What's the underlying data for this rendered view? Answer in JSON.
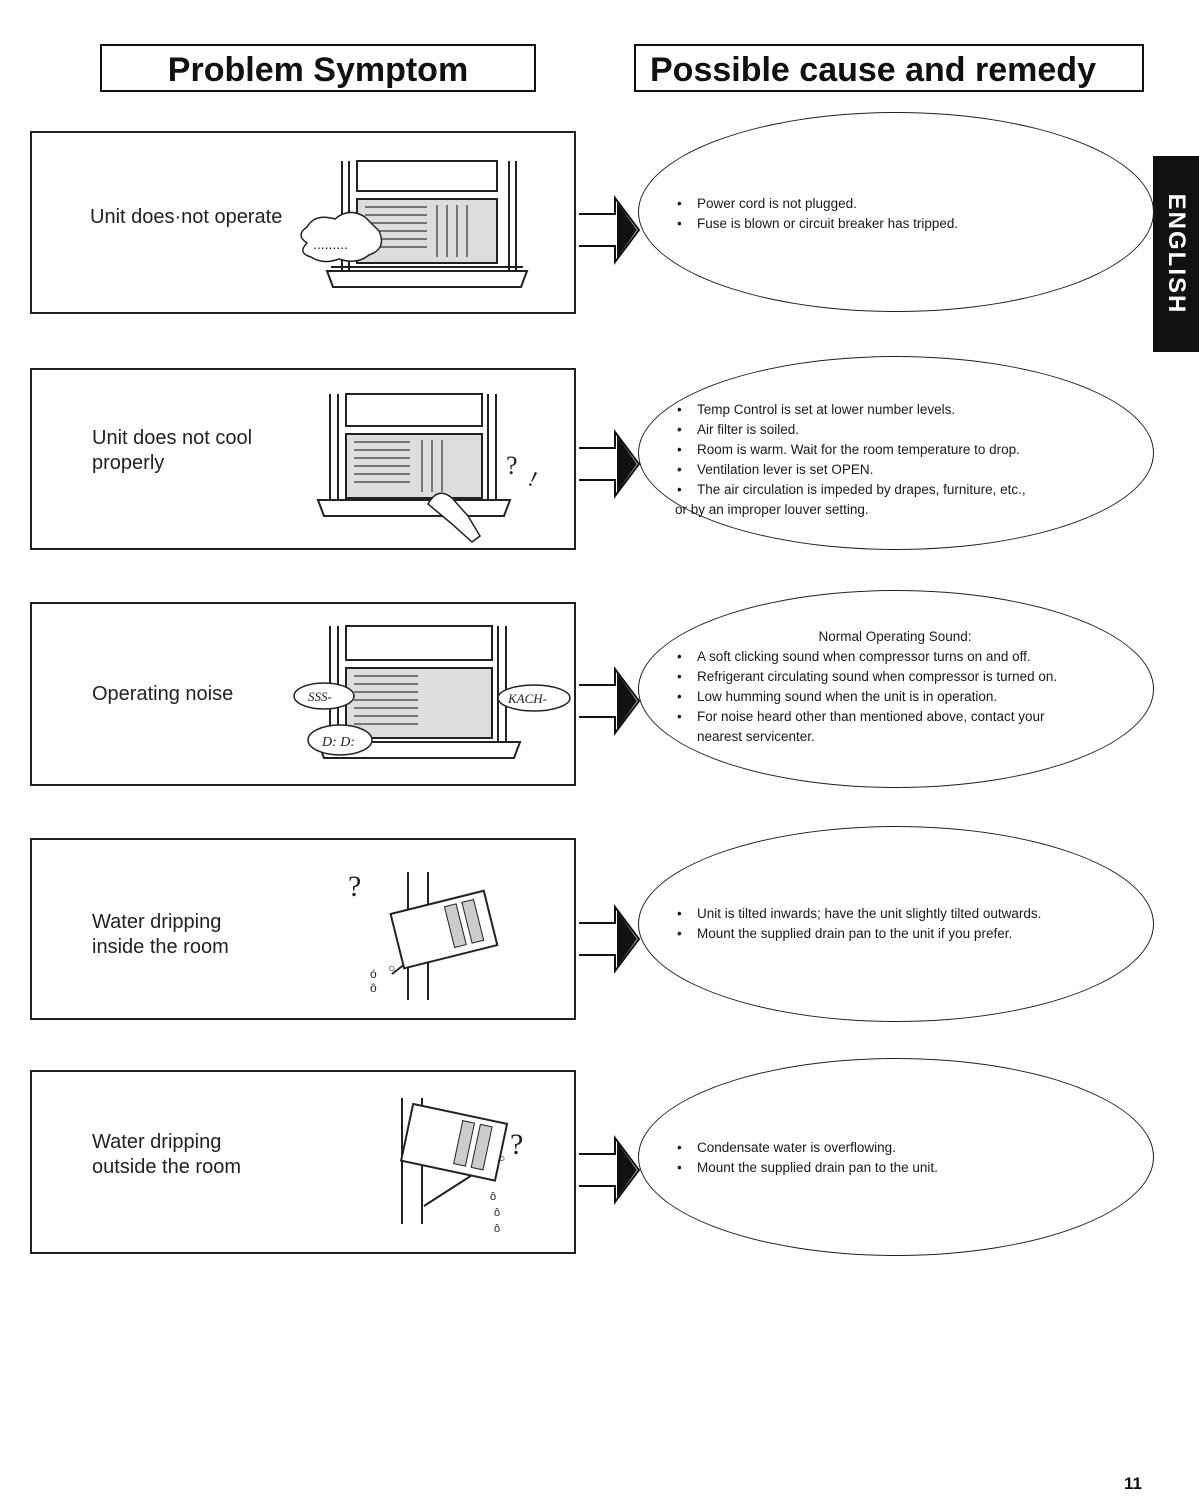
{
  "headers": {
    "problem_symptom": "Problem Symptom",
    "possible_cause": "Possible cause and remedy"
  },
  "side_tab": "ENGLISH",
  "page_number": "11",
  "rows": [
    {
      "symptom_lines": [
        "Unit does·not operate"
      ],
      "causes": [
        "Power cord is not plugged.",
        "Fuse is blown or circuit breaker has tripped."
      ]
    },
    {
      "symptom_lines": [
        "Unit does not cool",
        "properly"
      ],
      "causes": [
        "Temp Control is set at lower number levels.",
        "Air filter is soiled.",
        "Room is warm. Wait for the room temperature to drop.",
        "Ventilation lever is set OPEN.",
        "The air circulation is impeded by drapes, furniture, etc.,"
      ],
      "cause_continuation": "or by an improper louver setting."
    },
    {
      "symptom_lines": [
        "Operating noise"
      ],
      "causes_heading": "Normal Operating Sound:",
      "causes": [
        "A soft clicking sound when compressor turns on and off.",
        "Refrigerant circulating sound when compressor is turned on.",
        "Low humming sound when the unit is in operation.",
        "For noise heard other than mentioned above, contact your"
      ],
      "cause_continuation": "nearest servicenter.",
      "sound_labels": [
        "SSS-",
        "KACH-",
        "D: D:"
      ]
    },
    {
      "symptom_lines": [
        "Water dripping",
        "inside the room"
      ],
      "causes": [
        "Unit is tilted inwards; have the unit slightly tilted outwards.",
        "Mount the supplied drain pan to the unit if you prefer."
      ]
    },
    {
      "symptom_lines": [
        "Water dripping",
        "outside the room"
      ],
      "causes": [
        "Condensate water is overflowing.",
        "Mount the supplied drain pan to the unit."
      ]
    }
  ]
}
